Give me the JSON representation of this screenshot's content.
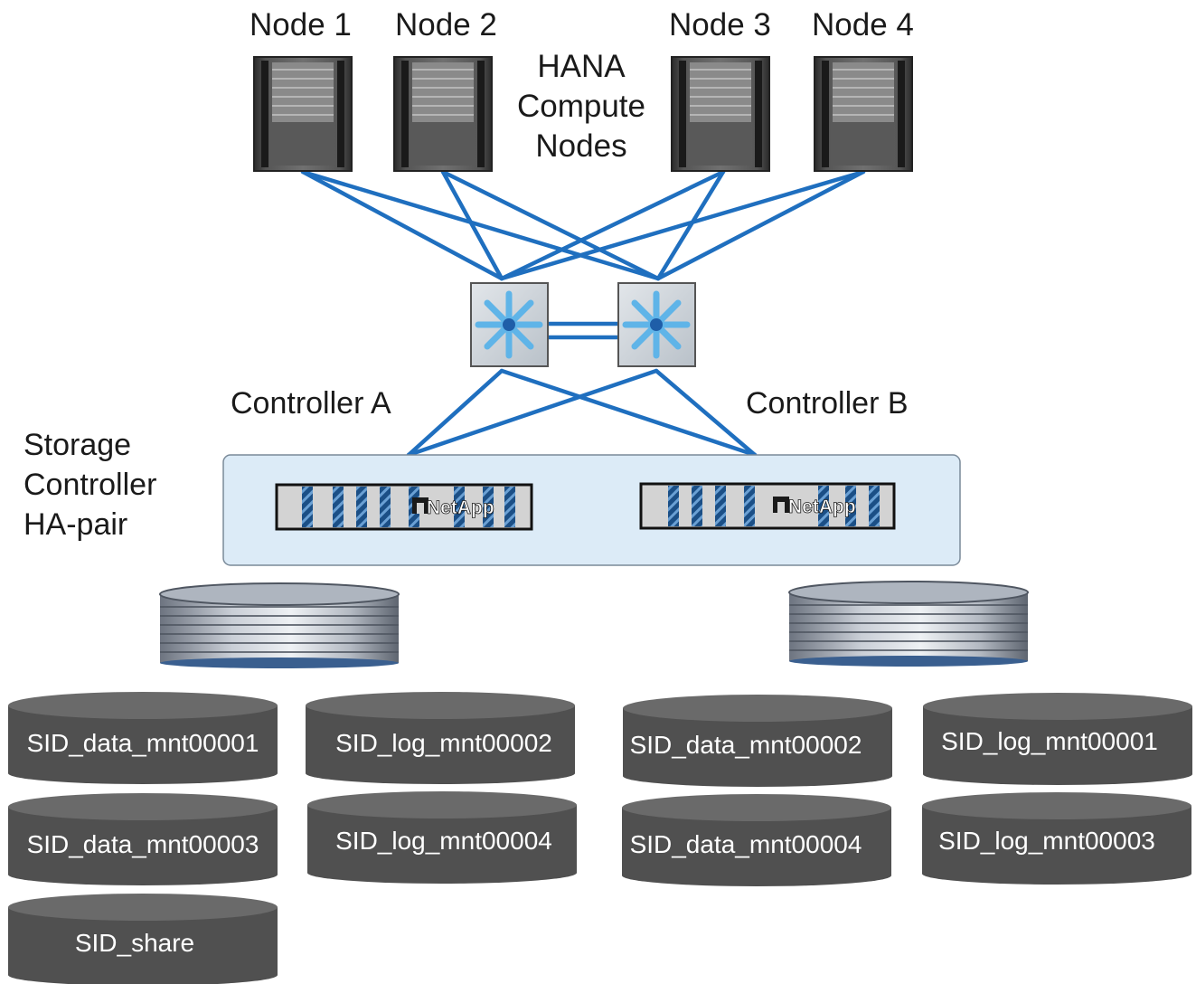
{
  "nodes": [
    {
      "label": "Node 1"
    },
    {
      "label": "Node 2"
    },
    {
      "label": "Node 3"
    },
    {
      "label": "Node 4"
    }
  ],
  "hana_label": {
    "line1": "HANA",
    "line2": "Compute",
    "line3": "Nodes"
  },
  "controllers": {
    "a": "Controller A",
    "b": "Controller B",
    "brand": "NetApp"
  },
  "storage_label": {
    "line1": "Storage",
    "line2": "Controller",
    "line3": "HA-pair"
  },
  "volumes": {
    "data1": "SID_data_mnt00001",
    "data3": "SID_data_mnt00003",
    "share": "SID_share",
    "log2": "SID_log_mnt00002",
    "log4": "SID_log_mnt00004",
    "data2": "SID_data_mnt00002",
    "data4": "SID_data_mnt00004",
    "log1": "SID_log_mnt00001",
    "log3": "SID_log_mnt00003"
  },
  "colors": {
    "link": "#1f6fbf",
    "switch_fill": "#cfd6dc",
    "switch_icon": "#5fb4e8",
    "ha_box": "#dcebf7",
    "volume": "#505050",
    "volume_top": "#6a6a6a"
  },
  "icons": [
    "server-icon",
    "network-switch-icon",
    "netapp-controller-icon",
    "disk-shelf-icon",
    "volume-cylinder-icon"
  ]
}
